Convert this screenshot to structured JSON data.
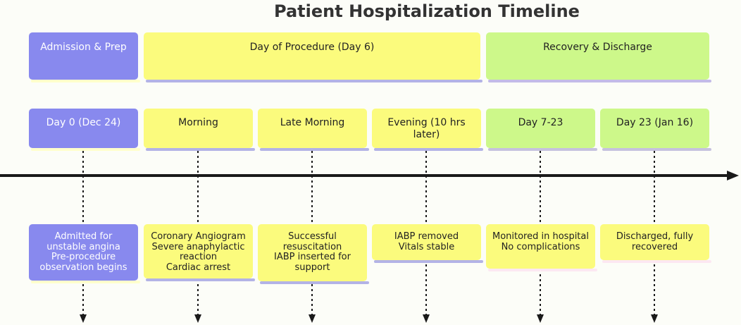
{
  "title": "Patient Hospitalization Timeline",
  "title_color": "#333333",
  "background_color": "#fcfdf8",
  "axis": {
    "color": "#1a1a1a"
  },
  "sections": [
    {
      "label": "Admission & Prep",
      "fill": "#8889ee",
      "shadow": "#ffffcc",
      "text_color": "#ffffff"
    },
    {
      "label": "Day of Procedure (Day 6)",
      "fill": "#fbfb7d",
      "shadow": "#b3b3e6",
      "text_color": "#222222"
    },
    {
      "label": "Recovery & Discharge",
      "fill": "#cdf88a",
      "shadow": "#c3bbe8",
      "text_color": "#222222"
    }
  ],
  "periods": [
    {
      "label": "Day 0 (Dec 24)",
      "fill": "#8889ee",
      "shadow": "#ffffcc",
      "text_color": "#ffffff"
    },
    {
      "label": "Morning",
      "fill": "#fbfb7d",
      "shadow": "#b3b3e6",
      "text_color": "#222222"
    },
    {
      "label": "Late Morning",
      "fill": "#fbfb7d",
      "shadow": "#b3b3e6",
      "text_color": "#222222"
    },
    {
      "label": "Evening (10 hrs later)",
      "fill": "#fbfb7d",
      "shadow": "#b3b3e6",
      "text_color": "#222222"
    },
    {
      "label": "Day 7-23",
      "fill": "#cdf88a",
      "shadow": "#c6c2de",
      "text_color": "#222222"
    },
    {
      "label": "Day 23 (Jan 16)",
      "fill": "#cdf88a",
      "shadow": "#c6c2de",
      "text_color": "#222222"
    }
  ],
  "events": [
    {
      "lines": [
        "Admitted for unstable angina",
        "Pre-procedure observation begins"
      ],
      "fill": "#8889ee",
      "shadow": "#ffffcc",
      "text_color": "#ffffff"
    },
    {
      "lines": [
        "Coronary Angiogram",
        "Severe anaphylactic reaction",
        "Cardiac arrest"
      ],
      "fill": "#fbfb7d",
      "shadow": "#b3b3e6",
      "text_color": "#222222"
    },
    {
      "lines": [
        "Successful resuscitation",
        "IABP inserted for support"
      ],
      "fill": "#fbfb7d",
      "shadow": "#b3b3e6",
      "text_color": "#222222"
    },
    {
      "lines": [
        "IABP removed",
        "Vitals stable"
      ],
      "fill": "#fbfb7d",
      "shadow": "#b3b3e6",
      "text_color": "#222222"
    },
    {
      "lines": [
        "Monitored in hospital",
        "No complications"
      ],
      "fill": "#fbfb7d",
      "shadow": "#fce8f2",
      "text_color": "#222222"
    },
    {
      "lines": [
        "Discharged, fully recovered"
      ],
      "fill": "#fbfb7d",
      "shadow": "#fce8f2",
      "text_color": "#222222"
    }
  ]
}
